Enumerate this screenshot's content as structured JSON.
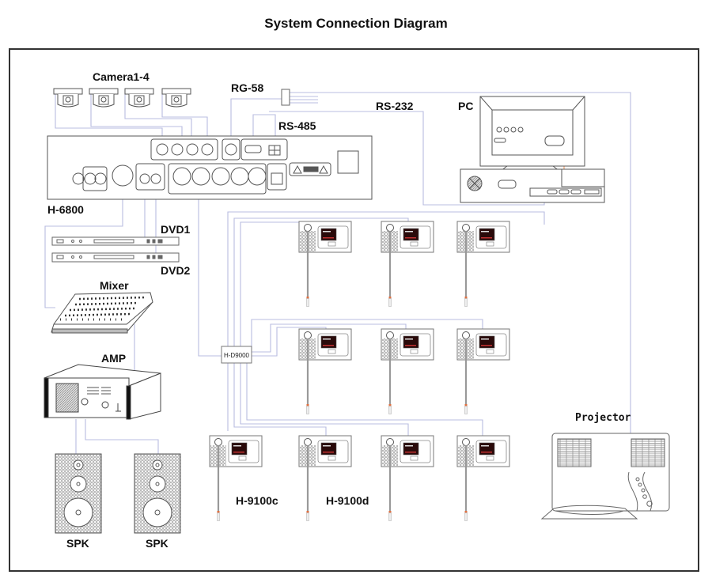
{
  "title": "System Connection Diagram",
  "devices": {
    "cameras": "Camera1-4",
    "rg58": "RG-58",
    "rs485": "RS-485",
    "rs232": "RS-232",
    "pc": "PC",
    "main_unit": "H-6800",
    "dvd1": "DVD1",
    "dvd2": "DVD2",
    "mixer": "Mixer",
    "amp": "AMP",
    "spk_left": "SPK",
    "spk_right": "SPK",
    "switch": "H-D9000",
    "chairman_unit": "H-9100c",
    "delegate_unit": "H-9100d",
    "projector": "Projector"
  },
  "colors": {
    "cable": "#b8bce0",
    "outline": "#555555",
    "frame": "#333333",
    "pc_cable": "#f0a070",
    "screen": "#2a0a0a",
    "screen_accent": "#c03030",
    "mic_tip": "#e07040"
  },
  "conference_units": {
    "rows": 3,
    "units_per_row": [
      3,
      3,
      4
    ]
  }
}
